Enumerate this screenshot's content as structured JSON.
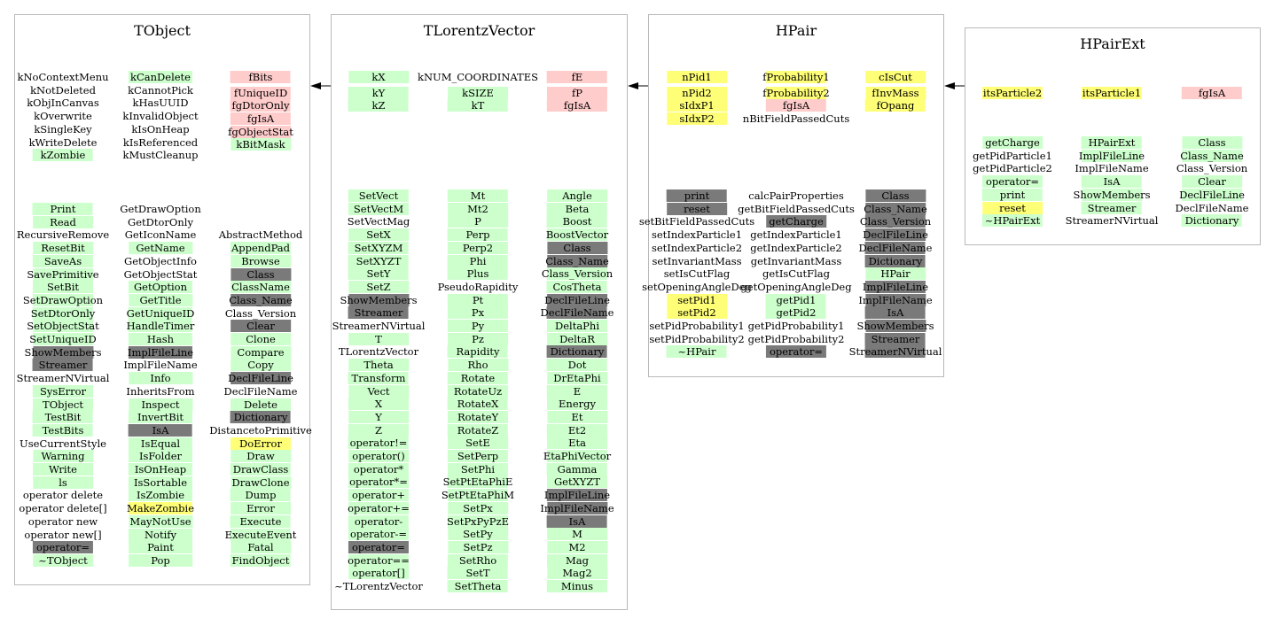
{
  "colors": {
    "public": "#ccffcc",
    "private": "#ffcccc",
    "protected": "#ffff77",
    "inherited": "#7a7a7a",
    "border": "#b8b8b8"
  },
  "classes": [
    {
      "id": "tobject",
      "title": "TObject",
      "data_members": [
        [
          [
            "kNoContextMenu",
            "n"
          ],
          [
            "kNotDeleted",
            "n"
          ],
          [
            "kObjInCanvas",
            "n"
          ],
          [
            "kOverwrite",
            "n"
          ],
          [
            "kSingleKey",
            "n"
          ],
          [
            "kWriteDelete",
            "n"
          ],
          [
            "kZombie",
            "g"
          ]
        ],
        [
          [
            "kCanDelete",
            "g"
          ],
          [
            "kCannotPick",
            "n"
          ],
          [
            "kHasUUID",
            "n"
          ],
          [
            "kInvalidObject",
            "n"
          ],
          [
            "kIsOnHeap",
            "n"
          ],
          [
            "kIsReferenced",
            "n"
          ],
          [
            "kMustCleanup",
            "n"
          ]
        ],
        [
          [
            "fBits",
            "p"
          ],
          [
            "fUniqueID",
            "p"
          ],
          [
            "fgDtorOnly",
            "p"
          ],
          [
            "fgIsA",
            "p"
          ],
          [
            "fgObjectStat",
            "p"
          ],
          [
            "kBitMask",
            "g"
          ]
        ]
      ],
      "methods": [
        [
          [
            "Print",
            "g"
          ],
          [
            "Read",
            "g"
          ],
          [
            "RecursiveRemove",
            "n"
          ],
          [
            "ResetBit",
            "g"
          ],
          [
            "SaveAs",
            "g"
          ],
          [
            "SavePrimitive",
            "g"
          ],
          [
            "SetBit",
            "g"
          ],
          [
            "SetDrawOption",
            "g"
          ],
          [
            "SetDtorOnly",
            "g"
          ],
          [
            "SetObjectStat",
            "g"
          ],
          [
            "SetUniqueID",
            "g"
          ],
          [
            "ShowMembers",
            "d"
          ],
          [
            "Streamer",
            "d"
          ],
          [
            "StreamerNVirtual",
            "n"
          ],
          [
            "SysError",
            "g"
          ],
          [
            "TObject",
            "g"
          ],
          [
            "TestBit",
            "g"
          ],
          [
            "TestBits",
            "g"
          ],
          [
            "UseCurrentStyle",
            "n"
          ],
          [
            "Warning",
            "g"
          ],
          [
            "Write",
            "g"
          ],
          [
            "ls",
            "g"
          ],
          [
            "operator delete",
            "n"
          ],
          [
            "operator delete[]",
            "n"
          ],
          [
            "operator new",
            "n"
          ],
          [
            "operator new[]",
            "n"
          ],
          [
            "operator=",
            "d"
          ],
          [
            "~TObject",
            "g"
          ]
        ],
        [
          [
            "GetDrawOption",
            "n"
          ],
          [
            "GetDtorOnly",
            "n"
          ],
          [
            "GetIconName",
            "n"
          ],
          [
            "GetName",
            "g"
          ],
          [
            "GetObjectInfo",
            "n"
          ],
          [
            "GetObjectStat",
            "n"
          ],
          [
            "GetOption",
            "g"
          ],
          [
            "GetTitle",
            "g"
          ],
          [
            "GetUniqueID",
            "g"
          ],
          [
            "HandleTimer",
            "g"
          ],
          [
            "Hash",
            "g"
          ],
          [
            "ImplFileLine",
            "d"
          ],
          [
            "ImplFileName",
            "n"
          ],
          [
            "Info",
            "g"
          ],
          [
            "InheritsFrom",
            "n"
          ],
          [
            "Inspect",
            "g"
          ],
          [
            "InvertBit",
            "g"
          ],
          [
            "IsA",
            "d"
          ],
          [
            "IsEqual",
            "g"
          ],
          [
            "IsFolder",
            "g"
          ],
          [
            "IsOnHeap",
            "g"
          ],
          [
            "IsSortable",
            "g"
          ],
          [
            "IsZombie",
            "g"
          ],
          [
            "MakeZombie",
            "y"
          ],
          [
            "MayNotUse",
            "g"
          ],
          [
            "Notify",
            "g"
          ],
          [
            "Paint",
            "g"
          ],
          [
            "Pop",
            "g"
          ]
        ],
        [
          [
            "AbstractMethod",
            "n"
          ],
          [
            "AppendPad",
            "g"
          ],
          [
            "Browse",
            "g"
          ],
          [
            "Class",
            "d"
          ],
          [
            "ClassName",
            "g"
          ],
          [
            "Class_Name",
            "d"
          ],
          [
            "Class_Version",
            "n"
          ],
          [
            "Clear",
            "d"
          ],
          [
            "Clone",
            "g"
          ],
          [
            "Compare",
            "g"
          ],
          [
            "Copy",
            "g"
          ],
          [
            "DeclFileLine",
            "d"
          ],
          [
            "DeclFileName",
            "n"
          ],
          [
            "Delete",
            "g"
          ],
          [
            "Dictionary",
            "d"
          ],
          [
            "DistancetoPrimitive",
            "n"
          ],
          [
            "DoError",
            "y"
          ],
          [
            "Draw",
            "g"
          ],
          [
            "DrawClass",
            "g"
          ],
          [
            "DrawClone",
            "g"
          ],
          [
            "Dump",
            "g"
          ],
          [
            "Error",
            "g"
          ],
          [
            "Execute",
            "g"
          ],
          [
            "ExecuteEvent",
            "g"
          ],
          [
            "Fatal",
            "g"
          ],
          [
            "FindObject",
            "g"
          ]
        ]
      ]
    },
    {
      "id": "tlorentzvector",
      "title": "TLorentzVector",
      "data_members": [
        [
          [
            "kX",
            "g"
          ],
          [
            "kY",
            "g"
          ],
          [
            "kZ",
            "g"
          ]
        ],
        [
          [
            "kNUM_COORDINATES",
            "n"
          ],
          [
            "kSIZE",
            "g"
          ],
          [
            "kT",
            "g"
          ]
        ],
        [
          [
            "fE",
            "p"
          ],
          [
            "fP",
            "p"
          ],
          [
            "fgIsA",
            "p"
          ]
        ]
      ],
      "methods": [
        [
          [
            "SetVect",
            "g"
          ],
          [
            "SetVectM",
            "g"
          ],
          [
            "SetVectMag",
            "n"
          ],
          [
            "SetX",
            "g"
          ],
          [
            "SetXYZM",
            "g"
          ],
          [
            "SetXYZT",
            "g"
          ],
          [
            "SetY",
            "g"
          ],
          [
            "SetZ",
            "g"
          ],
          [
            "ShowMembers",
            "d"
          ],
          [
            "Streamer",
            "d"
          ],
          [
            "StreamerNVirtual",
            "n"
          ],
          [
            "T",
            "g"
          ],
          [
            "TLorentzVector",
            "n"
          ],
          [
            "Theta",
            "g"
          ],
          [
            "Transform",
            "g"
          ],
          [
            "Vect",
            "g"
          ],
          [
            "X",
            "g"
          ],
          [
            "Y",
            "g"
          ],
          [
            "Z",
            "g"
          ],
          [
            "operator!=",
            "g"
          ],
          [
            "operator()",
            "g"
          ],
          [
            "operator*",
            "g"
          ],
          [
            "operator*=",
            "g"
          ],
          [
            "operator+",
            "g"
          ],
          [
            "operator+=",
            "g"
          ],
          [
            "operator-",
            "g"
          ],
          [
            "operator-=",
            "g"
          ],
          [
            "operator=",
            "d"
          ],
          [
            "operator==",
            "g"
          ],
          [
            "operator[]",
            "g"
          ],
          [
            "~TLorentzVector",
            "n"
          ]
        ],
        [
          [
            "Mt",
            "g"
          ],
          [
            "Mt2",
            "g"
          ],
          [
            "P",
            "g"
          ],
          [
            "Perp",
            "g"
          ],
          [
            "Perp2",
            "g"
          ],
          [
            "Phi",
            "g"
          ],
          [
            "Plus",
            "g"
          ],
          [
            "PseudoRapidity",
            "n"
          ],
          [
            "Pt",
            "g"
          ],
          [
            "Px",
            "g"
          ],
          [
            "Py",
            "g"
          ],
          [
            "Pz",
            "g"
          ],
          [
            "Rapidity",
            "g"
          ],
          [
            "Rho",
            "g"
          ],
          [
            "Rotate",
            "g"
          ],
          [
            "RotateUz",
            "g"
          ],
          [
            "RotateX",
            "g"
          ],
          [
            "RotateY",
            "g"
          ],
          [
            "RotateZ",
            "g"
          ],
          [
            "SetE",
            "g"
          ],
          [
            "SetPerp",
            "g"
          ],
          [
            "SetPhi",
            "g"
          ],
          [
            "SetPtEtaPhiE",
            "g"
          ],
          [
            "SetPtEtaPhiM",
            "g"
          ],
          [
            "SetPx",
            "g"
          ],
          [
            "SetPxPyPzE",
            "g"
          ],
          [
            "SetPy",
            "g"
          ],
          [
            "SetPz",
            "g"
          ],
          [
            "SetRho",
            "g"
          ],
          [
            "SetT",
            "g"
          ],
          [
            "SetTheta",
            "g"
          ]
        ],
        [
          [
            "Angle",
            "g"
          ],
          [
            "Beta",
            "g"
          ],
          [
            "Boost",
            "g"
          ],
          [
            "BoostVector",
            "g"
          ],
          [
            "Class",
            "d"
          ],
          [
            "Class_Name",
            "d"
          ],
          [
            "Class_Version",
            "g"
          ],
          [
            "CosTheta",
            "g"
          ],
          [
            "DeclFileLine",
            "d"
          ],
          [
            "DeclFileName",
            "d"
          ],
          [
            "DeltaPhi",
            "g"
          ],
          [
            "DeltaR",
            "g"
          ],
          [
            "Dictionary",
            "d"
          ],
          [
            "Dot",
            "g"
          ],
          [
            "DrEtaPhi",
            "g"
          ],
          [
            "E",
            "g"
          ],
          [
            "Energy",
            "g"
          ],
          [
            "Et",
            "g"
          ],
          [
            "Et2",
            "g"
          ],
          [
            "Eta",
            "g"
          ],
          [
            "EtaPhiVector",
            "g"
          ],
          [
            "Gamma",
            "g"
          ],
          [
            "GetXYZT",
            "g"
          ],
          [
            "ImplFileLine",
            "d"
          ],
          [
            "ImplFileName",
            "d"
          ],
          [
            "IsA",
            "d"
          ],
          [
            "M",
            "g"
          ],
          [
            "M2",
            "g"
          ],
          [
            "Mag",
            "g"
          ],
          [
            "Mag2",
            "g"
          ],
          [
            "Minus",
            "g"
          ]
        ]
      ]
    },
    {
      "id": "hpair",
      "title": "HPair",
      "data_members": [
        [
          [
            "nPid1",
            "y"
          ],
          [
            "nPid2",
            "y"
          ],
          [
            "sIdxP1",
            "y"
          ],
          [
            "sIdxP2",
            "y"
          ]
        ],
        [
          [
            "fProbability1",
            "y"
          ],
          [
            "fProbability2",
            "y"
          ],
          [
            "fgIsA",
            "p"
          ],
          [
            "nBitFieldPassedCuts",
            "n"
          ]
        ],
        [
          [
            "cIsCut",
            "y"
          ],
          [
            "fInvMass",
            "y"
          ],
          [
            "fOpang",
            "y"
          ]
        ]
      ],
      "methods": [
        [
          [
            "print",
            "d"
          ],
          [
            "reset",
            "d"
          ],
          [
            "setBitFieldPassedCuts",
            "n"
          ],
          [
            "setIndexParticle1",
            "n"
          ],
          [
            "setIndexParticle2",
            "n"
          ],
          [
            "setInvariantMass",
            "n"
          ],
          [
            "setIsCutFlag",
            "n"
          ],
          [
            "setOpeningAngleDeg",
            "n"
          ],
          [
            "setPid1",
            "y"
          ],
          [
            "setPid2",
            "y"
          ],
          [
            "setPidProbability1",
            "n"
          ],
          [
            "setPidProbability2",
            "n"
          ],
          [
            "~HPair",
            "g"
          ]
        ],
        [
          [
            "calcPairProperties",
            "n"
          ],
          [
            "getBitFieldPassedCuts",
            "n"
          ],
          [
            "getCharge",
            "d"
          ],
          [
            "getIndexParticle1",
            "n"
          ],
          [
            "getIndexParticle2",
            "n"
          ],
          [
            "getInvariantMass",
            "n"
          ],
          [
            "getIsCutFlag",
            "n"
          ],
          [
            "getOpeningAngleDeg",
            "n"
          ],
          [
            "getPid1",
            "g"
          ],
          [
            "getPid2",
            "g"
          ],
          [
            "getPidProbability1",
            "n"
          ],
          [
            "getPidProbability2",
            "n"
          ],
          [
            "operator=",
            "d"
          ]
        ],
        [
          [
            "Class",
            "d"
          ],
          [
            "Class_Name",
            "d"
          ],
          [
            "Class_Version",
            "d"
          ],
          [
            "DeclFileLine",
            "d"
          ],
          [
            "DeclFileName",
            "d"
          ],
          [
            "Dictionary",
            "d"
          ],
          [
            "HPair",
            "g"
          ],
          [
            "ImplFileLine",
            "d"
          ],
          [
            "ImplFileName",
            "d"
          ],
          [
            "IsA",
            "d"
          ],
          [
            "ShowMembers",
            "d"
          ],
          [
            "Streamer",
            "d"
          ],
          [
            "StreamerNVirtual",
            "d"
          ]
        ]
      ]
    },
    {
      "id": "hpairext",
      "title": "HPairExt",
      "data_members": [
        [
          [
            "itsParticle2",
            "y"
          ]
        ],
        [
          [
            "itsParticle1",
            "y"
          ]
        ],
        [
          [
            "fgIsA",
            "p"
          ]
        ]
      ],
      "methods": [
        [
          [
            "getCharge",
            "g"
          ],
          [
            "getPidParticle1",
            "n"
          ],
          [
            "getPidParticle2",
            "n"
          ],
          [
            "operator=",
            "g"
          ],
          [
            "print",
            "g"
          ],
          [
            "reset",
            "y"
          ],
          [
            "~HPairExt",
            "g"
          ]
        ],
        [
          [
            "HPairExt",
            "g"
          ],
          [
            "ImplFileLine",
            "g"
          ],
          [
            "ImplFileName",
            "n"
          ],
          [
            "IsA",
            "g"
          ],
          [
            "ShowMembers",
            "g"
          ],
          [
            "Streamer",
            "g"
          ],
          [
            "StreamerNVirtual",
            "n"
          ]
        ],
        [
          [
            "Class",
            "g"
          ],
          [
            "Class_Name",
            "g"
          ],
          [
            "Class_Version",
            "n"
          ],
          [
            "Clear",
            "g"
          ],
          [
            "DeclFileLine",
            "g"
          ],
          [
            "DeclFileName",
            "n"
          ],
          [
            "Dictionary",
            "g"
          ]
        ]
      ]
    }
  ]
}
